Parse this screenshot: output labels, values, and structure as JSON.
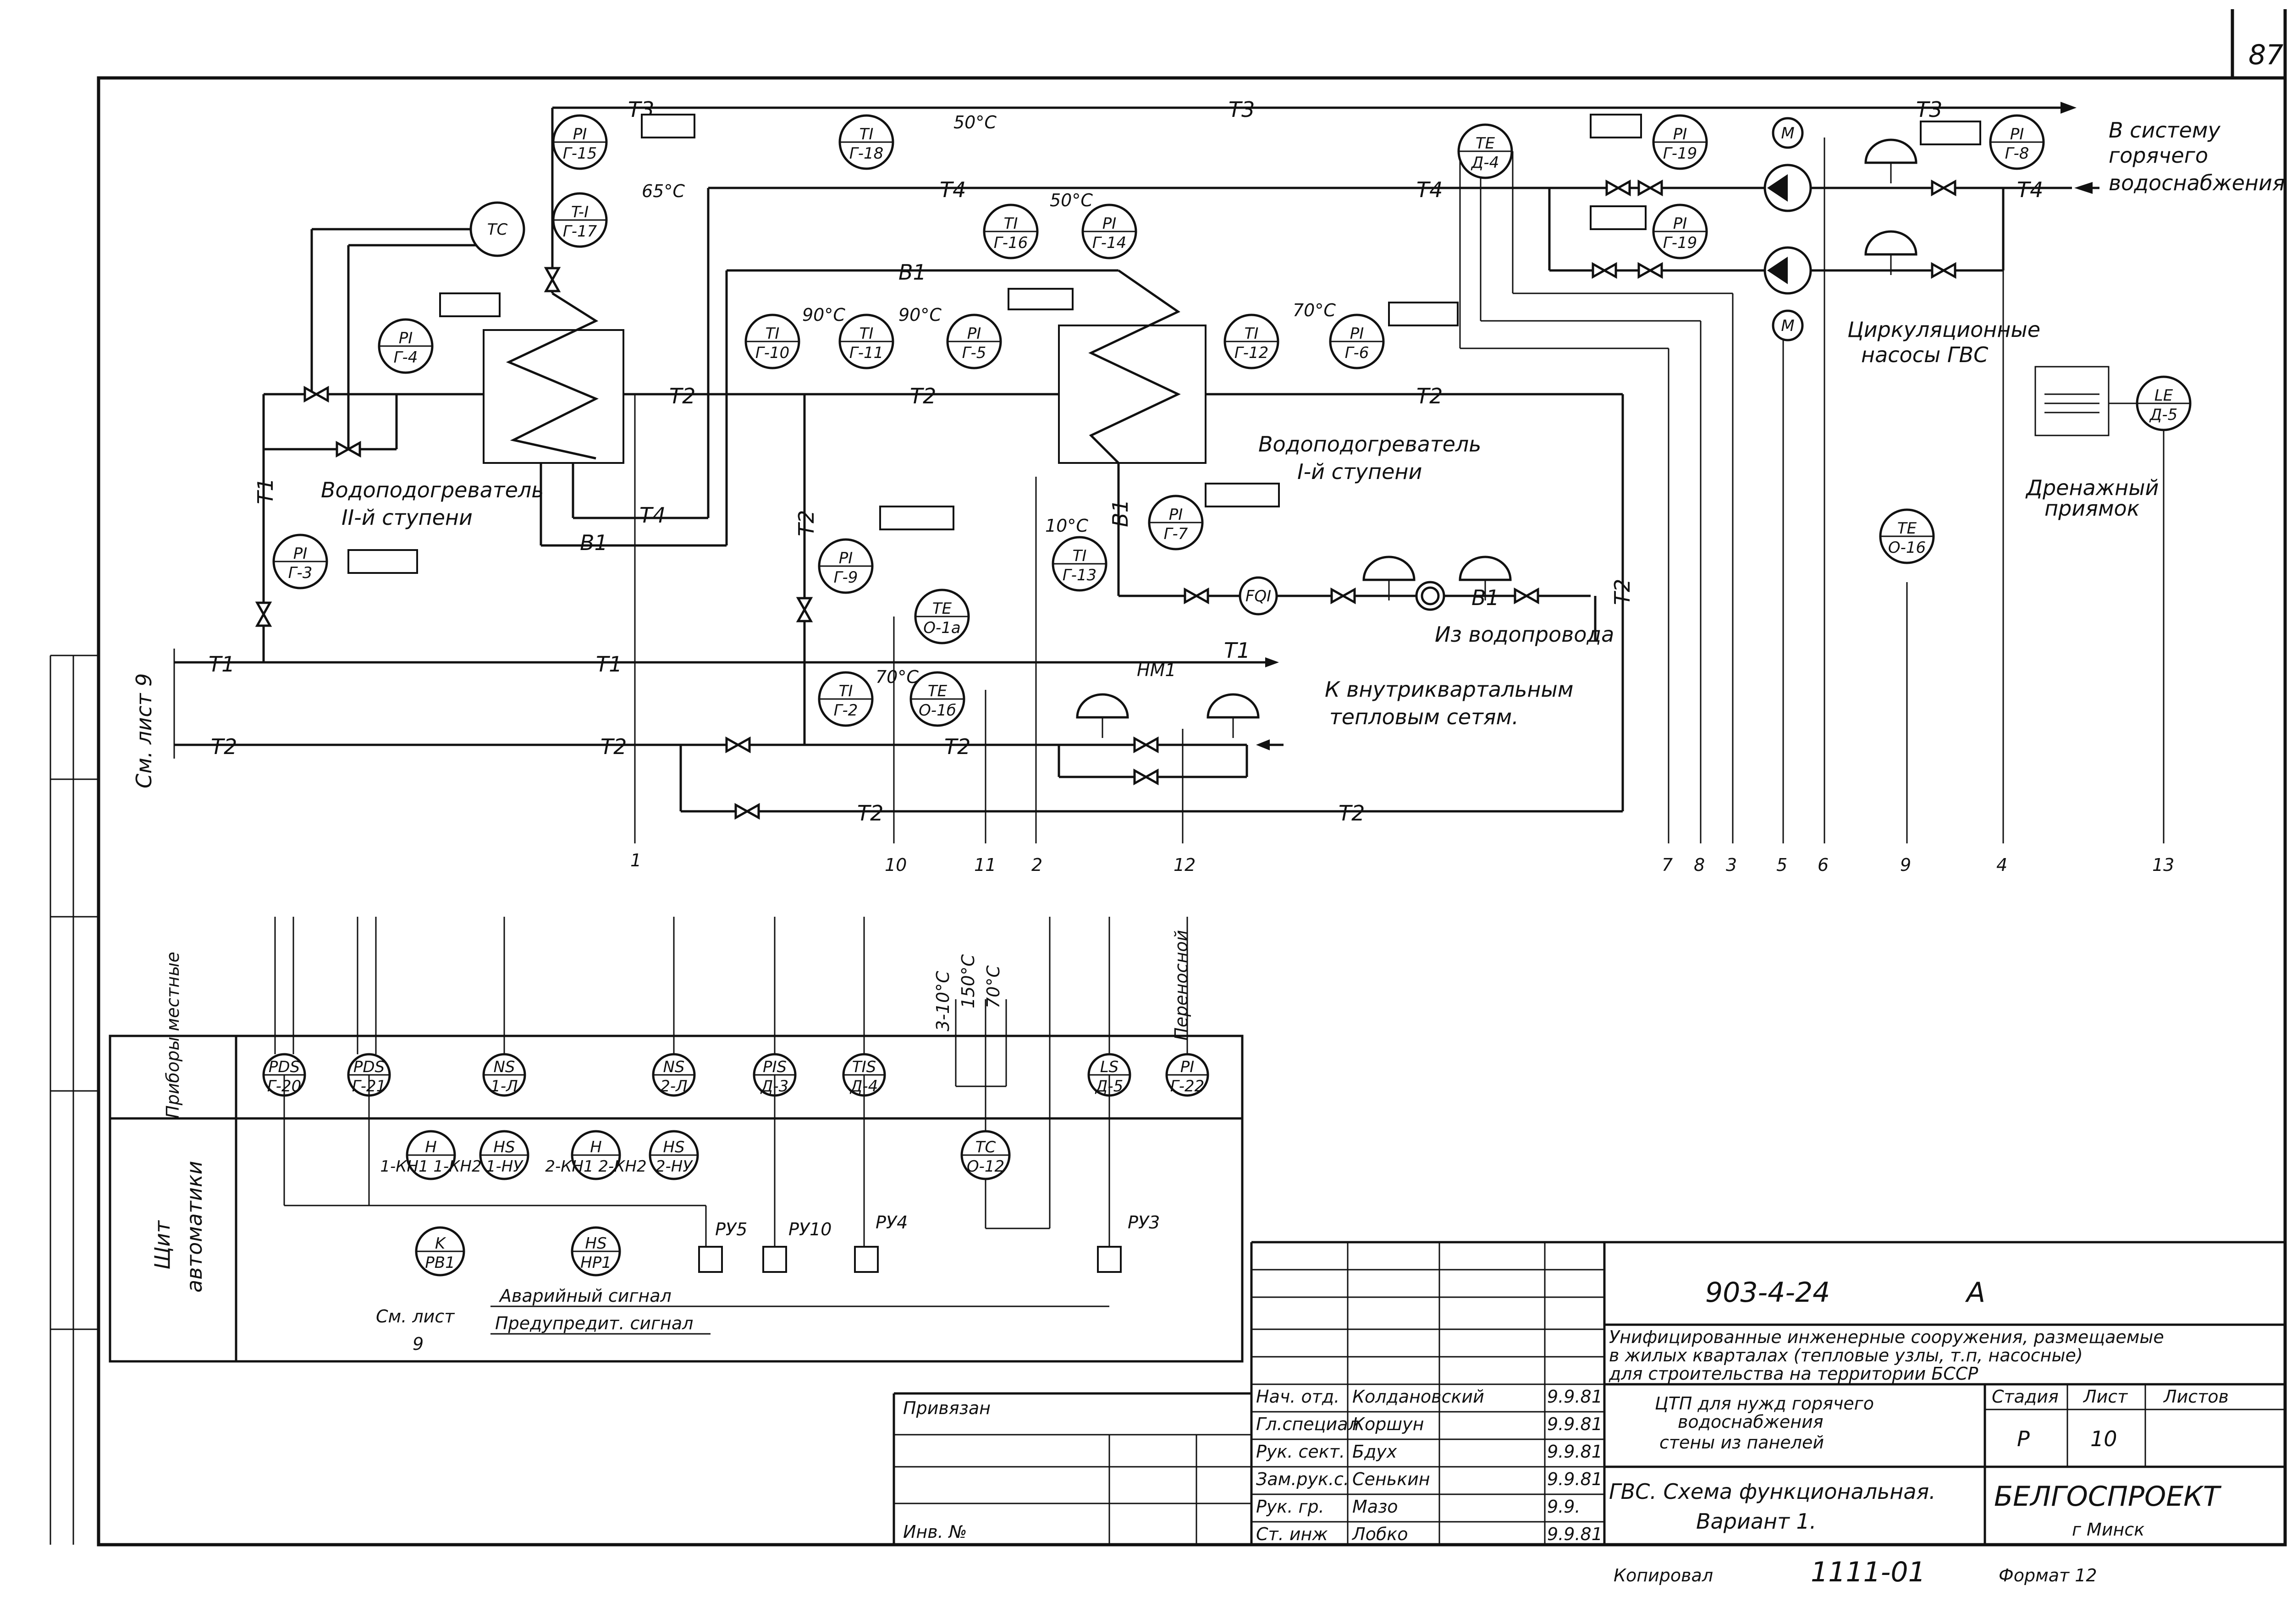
{
  "sheet": {
    "page_number": "87",
    "drawing_code": "903-4-24",
    "revision": "A"
  },
  "pipes": {
    "t1": "T1",
    "t2": "T2",
    "t3": "T3",
    "t4": "T4",
    "b1": "B1"
  },
  "temps": {
    "t50a": "50°C",
    "t50b": "50°C",
    "t65": "65°C",
    "t90a": "90°C",
    "t90b": "90°C",
    "t70a": "70°C",
    "t70b": "70°C",
    "t10": "10°C"
  },
  "instruments": [
    {
      "id": "pi_g15",
      "top": "PI",
      "bottom": "Г-15"
    },
    {
      "id": "ti_g17",
      "top": "T-I",
      "bottom": "Г-17"
    },
    {
      "id": "tc",
      "top": "TC",
      "bottom": ""
    },
    {
      "id": "ti_g18",
      "top": "TI",
      "bottom": "Г-18"
    },
    {
      "id": "pi_g4",
      "top": "PI",
      "bottom": "Г-4"
    },
    {
      "id": "pi_g3",
      "top": "PI",
      "bottom": "Г-3"
    },
    {
      "id": "ti_g16",
      "top": "TI",
      "bottom": "Г-16"
    },
    {
      "id": "pi_g14",
      "top": "PI",
      "bottom": "Г-14"
    },
    {
      "id": "ti_g10",
      "top": "TI",
      "bottom": "Г-10"
    },
    {
      "id": "ti_g11",
      "top": "TI",
      "bottom": "Г-11"
    },
    {
      "id": "pi_g5",
      "top": "PI",
      "bottom": "Г-5"
    },
    {
      "id": "ti_g12",
      "top": "TI",
      "bottom": "Г-12"
    },
    {
      "id": "pi_g6",
      "top": "PI",
      "bottom": "Г-6"
    },
    {
      "id": "pi_g9",
      "top": "PI",
      "bottom": "Г-9"
    },
    {
      "id": "pi_g7",
      "top": "PI",
      "bottom": "Г-7"
    },
    {
      "id": "ti_g13",
      "top": "TI",
      "bottom": "Г-13"
    },
    {
      "id": "te_o1a",
      "top": "TE",
      "bottom": "O-1а"
    },
    {
      "id": "te_o1b",
      "top": "TE",
      "bottom": "O-1б"
    },
    {
      "id": "ti_g2",
      "top": "TI",
      "bottom": "Г-2"
    },
    {
      "id": "fqi",
      "top": "FQI",
      "bottom": ""
    },
    {
      "id": "te_d4",
      "top": "TE",
      "bottom": "Д-4"
    },
    {
      "id": "pi_g19a",
      "top": "PI",
      "bottom": "Г-19"
    },
    {
      "id": "pi_g19b",
      "top": "PI",
      "bottom": "Г-19"
    },
    {
      "id": "pi_g8",
      "top": "PI",
      "bottom": "Г-8"
    },
    {
      "id": "le_d5",
      "top": "LE",
      "bottom": "Д-5"
    },
    {
      "id": "te_o16",
      "top": "TE",
      "bottom": "O-16"
    },
    {
      "id": "m1",
      "top": "M",
      "bottom": ""
    },
    {
      "id": "m2",
      "top": "M",
      "bottom": ""
    }
  ],
  "labels": {
    "heater2": "Водоподогреватель",
    "heater2_stage": "II-й ступени",
    "heater1": "Водоподогреватель",
    "heater1_stage": "I-й ступени",
    "pumps1": "Циркуляционные",
    "pumps2": "насосы ГВС",
    "dhw1": "В систему",
    "dhw2": "горячего",
    "dhw3": "водоснабжения",
    "drain1": "Дренажный",
    "drain2": "приямок",
    "water_supply": "Из водопровода",
    "networks1": "К внутриквартальным",
    "networks2": "тепловым сетям.",
    "see_sheet": "См. лист 9",
    "hm1": "НМ1"
  },
  "line_numbers": [
    "1",
    "2",
    "3",
    "4",
    "5",
    "6",
    "7",
    "8",
    "9",
    "10",
    "11",
    "12",
    "13"
  ],
  "panel": {
    "row_local": "Приборы местные",
    "row_shield1": "Щит",
    "row_shield2": "автоматики",
    "portable": "Переносной",
    "temps": [
      "3-10°C",
      "150°C",
      "70°C"
    ],
    "local_instruments": [
      {
        "top": "PDS",
        "bottom": "Г-20"
      },
      {
        "top": "PDS",
        "bottom": "Г-21"
      },
      {
        "top": "NS",
        "bottom": "1-Л"
      },
      {
        "top": "NS",
        "bottom": "2-Л"
      },
      {
        "top": "PIS",
        "bottom": "Д-3"
      },
      {
        "top": "TIS",
        "bottom": "Д-4"
      },
      {
        "top": "LS",
        "bottom": "Д-5"
      },
      {
        "top": "PI",
        "bottom": "Г-22"
      }
    ],
    "shield_instruments": [
      {
        "top": "H",
        "bottom": "1-КН1 1-КН2"
      },
      {
        "top": "HS",
        "bottom": "1-НУ"
      },
      {
        "top": "H",
        "bottom": "2-КН1 2-КН2"
      },
      {
        "top": "HS",
        "bottom": "2-НУ"
      },
      {
        "top": "TC",
        "bottom": "O-12"
      },
      {
        "top": "K",
        "bottom": "РВ1"
      },
      {
        "top": "HS",
        "bottom": "НР1"
      }
    ],
    "relays": [
      "РУ5",
      "РУ10",
      "РУ4",
      "РУ3"
    ],
    "alarm": "Аварийный сигнал",
    "warning": "Предупредит. сигнал",
    "see": "См. лист",
    "see_num": "9"
  },
  "title_block": {
    "description1": "Унифицированные инженерные сооружения, размещаемые",
    "description2": "в жилых кварталах (тепловые узлы, т.п, насосные)",
    "description3": "для строительства на территории БССР",
    "object1": "ЦТП для нужд горячего",
    "object2": "водоснабжения",
    "object3": "стены из панелей",
    "sheet_title1": "ГВС. Схема функциональная.",
    "sheet_title2": "Вариант 1.",
    "stage_h": "Стадия",
    "sheet_h": "Лист",
    "sheets_h": "Листов",
    "stage": "Р",
    "sheet": "10",
    "org": "БЕЛГОСПРОЕКТ",
    "city": "г Минск",
    "tied": "Привязан",
    "inv": "Инв. №",
    "roles": [
      "Нач. отд.",
      "Гл.специал",
      "Рук. сект.",
      "Зам.рук.с.",
      "Рук. гр.",
      "Ст. инж"
    ],
    "names": [
      "Колдановский",
      "Коршун",
      "Бдух",
      "Сенькин",
      "Мазо",
      "Лобко"
    ],
    "dates": [
      "9.9.81",
      "9.9.81",
      "9.9.81",
      "9.9.81",
      "9.9.",
      "9.9.81"
    ],
    "copied": "Копировал",
    "copy_code": "1111-01",
    "format": "Формат 12"
  }
}
